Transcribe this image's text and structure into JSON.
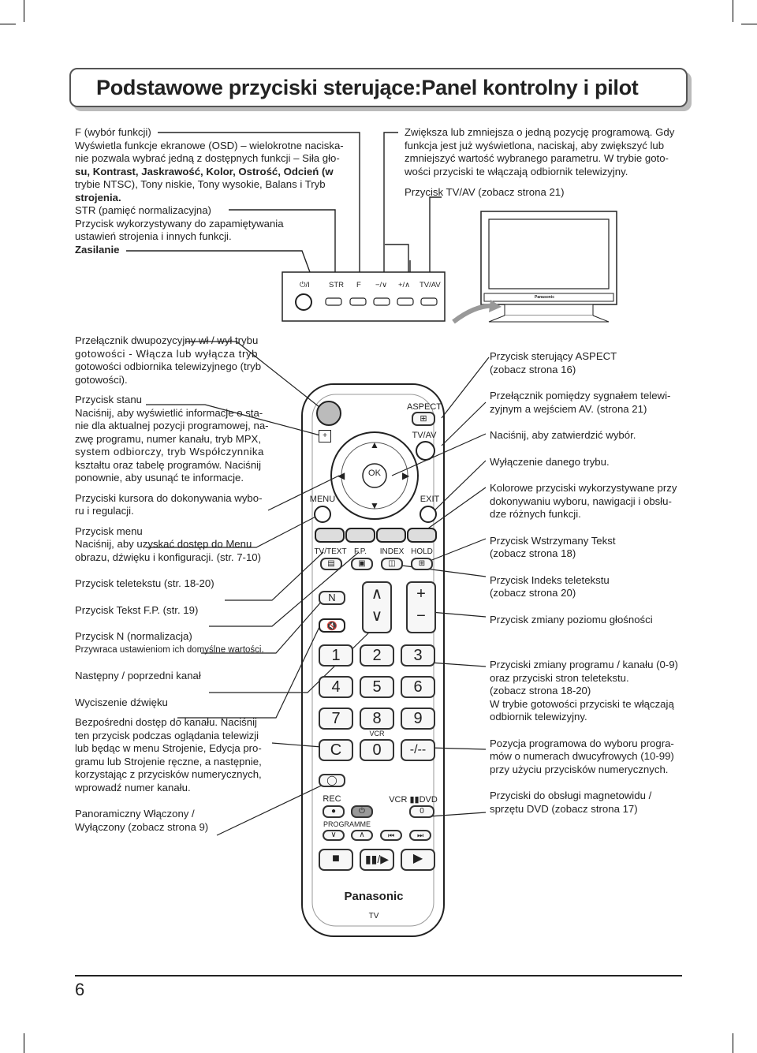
{
  "title": "Podstawowe przyciski sterujące:Panel kontrolny i pilot",
  "page_number": "6",
  "panel": {
    "top_left": {
      "f_line": "F (wybór funkcji)",
      "f_desc_1": "Wyświetla funkcje ekranowe (OSD) – wielokrotne naciska-",
      "f_desc_2": "nie pozwala wybrać jedną z dostępnych funkcji – Siła gło-",
      "f_desc_3": "su, Kontrast, Jaskrawość, Kolor, Ostrość, Odcień (w",
      "f_desc_4": "trybie NTSC), Tony niskie, Tony wysokie, Balans i Tryb",
      "f_desc_5": "strojenia.",
      "str_line": "STR (pamięć normalizacyjna)",
      "str_desc_1": "Przycisk wykorzystywany do zapamiętywania",
      "str_desc_2": "ustawień strojenia i innych funkcji.",
      "power": "Zasilanie"
    },
    "top_right": {
      "vol_1": "Zwiększa lub zmniejsza o jedną pozycję programową. Gdy",
      "vol_2": "funkcja jest już wyświetlona, naciskaj, aby zwiększyć lub",
      "vol_3": "zmniejszyć wartość wybranego parametru. W trybie goto-",
      "vol_4": "wości przyciski te włączają odbiornik telewizyjny.",
      "tvav": "Przycisk TV/AV (zobacz strona 21)"
    },
    "buttons": [
      "⏻/I",
      "STR",
      "F",
      "−/∨",
      "+/∧",
      "TV/AV"
    ],
    "tv_brand": "Panasonic"
  },
  "left_labels": [
    "Przełącznik dwupozycyjny wł / wył trybu",
    "gotowości - Włącza lub wyłącza tryb",
    "gotowości odbiornika telewizyjnego (tryb",
    "gotowości).",
    "Przycisk stanu",
    "Naciśnij, aby wyświetlić informacje o sta-",
    "nie dla aktualnej pozycji programowej, na-",
    "zwę programu, numer kanału, tryb MPX,",
    "system odbiorczy, tryb Współczynnika",
    "kształtu oraz tabelę programów. Naciśnij",
    "ponownie, aby usunąć te informacje.",
    "Przyciski kursora do dokonywania wybo-",
    "ru i regulacji.",
    "Przycisk menu",
    "Naciśnij, aby uzyskać dostęp do Menu",
    "obrazu, dźwięku i konfiguracji. (str. 7-10)",
    "Przycisk teletekstu (str. 18-20)",
    "Przycisk Tekst F.P. (str. 19)",
    "Przycisk N (normalizacja)",
    "Przywraca ustawieniom ich domyślne wartości.",
    "Następny / poprzedni kanał",
    "Wyciszenie dźwięku",
    "Bezpośredni dostęp do kanału. Naciśnij",
    "ten przycisk podczas oglądania telewizji",
    "lub będąc w menu Strojenie, Edycja pro-",
    "gramu lub Strojenie ręczne, a następnie,",
    "korzystając z przycisków numerycznych,",
    "wprowadź numer kanału.",
    "Panoramiczny Włączony /",
    "Wyłączony (zobacz strona 9)"
  ],
  "right_labels": [
    "Przycisk sterujący ASPECT",
    "(zobacz strona 16)",
    "Przełącznik pomiędzy sygnałem telewi-",
    "zyjnym a wejściem AV. (strona 21)",
    "Naciśnij, aby zatwierdzić wybór.",
    "Wyłączenie danego trybu.",
    "Kolorowe przyciski wykorzystywane przy",
    "dokonywaniu wyboru, nawigacji i obsłu-",
    "dze różnych funkcji.",
    "Przycisk Wstrzymany Tekst",
    "(zobacz strona 18)",
    "Przycisk Indeks teletekstu",
    "(zobacz strona 20)",
    "Przycisk zmiany poziomu głośności",
    "Przyciski zmiany programu / kanału (0-9)",
    "oraz przyciski stron teletekstu.",
    "(zobacz strona 18-20)",
    "W trybie gotowości przyciski te włączają",
    "odbiornik telewizyjny.",
    "Pozycja programowa do wyboru progra-",
    "mów o numerach dwucyfrowych (10-99)",
    "przy użyciu przycisków numerycznych.",
    "Przyciski do obsługi magnetowidu /",
    "sprzętu DVD (zobacz strona 17)"
  ],
  "remote": {
    "aspect": "ASPECT",
    "tvav": "TV/AV",
    "menu": "MENU",
    "exit": "EXIT",
    "ok": "OK",
    "ttx": "TV/TEXT",
    "fp": "F.P.",
    "index": "INDEX",
    "hold": "HOLD",
    "n": "N",
    "digits": [
      "1",
      "2",
      "3",
      "4",
      "5",
      "6",
      "7",
      "8",
      "9"
    ],
    "c": "C",
    "zero": "0",
    "vcr": "VCR",
    "dash": "-/--",
    "rec": "REC",
    "vcr_dvd": "VCR ▮▮DVD",
    "programme": "PROGRAMME",
    "brand": "Panasonic",
    "tv": "TV"
  }
}
